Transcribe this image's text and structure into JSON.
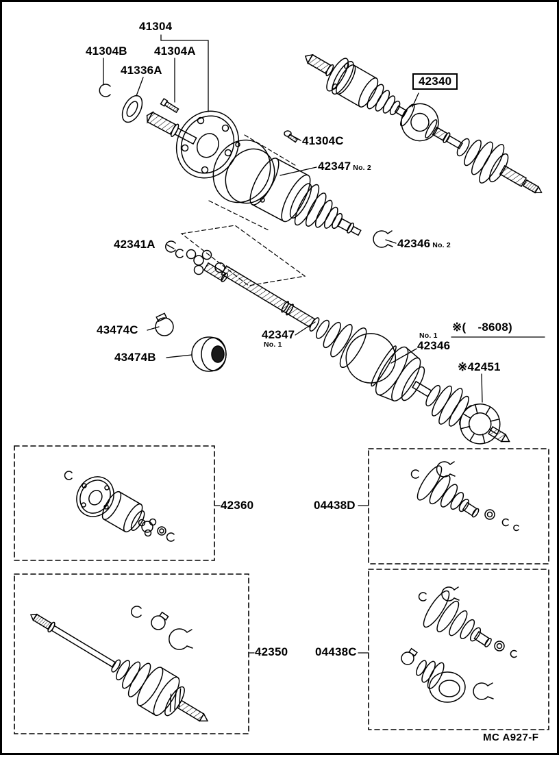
{
  "page": {
    "footer_code": "MC  A927-F",
    "background": "#ffffff",
    "line_color": "#000000"
  },
  "labels": {
    "p41304": {
      "text": "41304"
    },
    "p41304B": {
      "text": "41304B"
    },
    "p41304A": {
      "text": "41304A"
    },
    "p41336A": {
      "text": "41336A"
    },
    "p42340": {
      "text": "42340",
      "highlighted": true
    },
    "p41304C": {
      "text": "41304C"
    },
    "p42347_no2": {
      "text": "42347",
      "suffix": "No. 2"
    },
    "p42341A": {
      "text": "42341A"
    },
    "p42346_no2": {
      "text": "42346",
      "suffix": "No. 2"
    },
    "p43474C": {
      "text": "43474C"
    },
    "p43474B": {
      "text": "43474B"
    },
    "p42347_no1": {
      "text": "42347",
      "suffix": "No. 1"
    },
    "p42346_no1": {
      "text": "42346",
      "prefix": "No. 1"
    },
    "note_8608": {
      "text": "※(　-8608)"
    },
    "p42451": {
      "text": "※42451"
    },
    "p42360": {
      "text": "42360"
    },
    "p04438D": {
      "text": "04438D"
    },
    "p42350": {
      "text": "42350"
    },
    "p04438C": {
      "text": "04438C"
    }
  }
}
